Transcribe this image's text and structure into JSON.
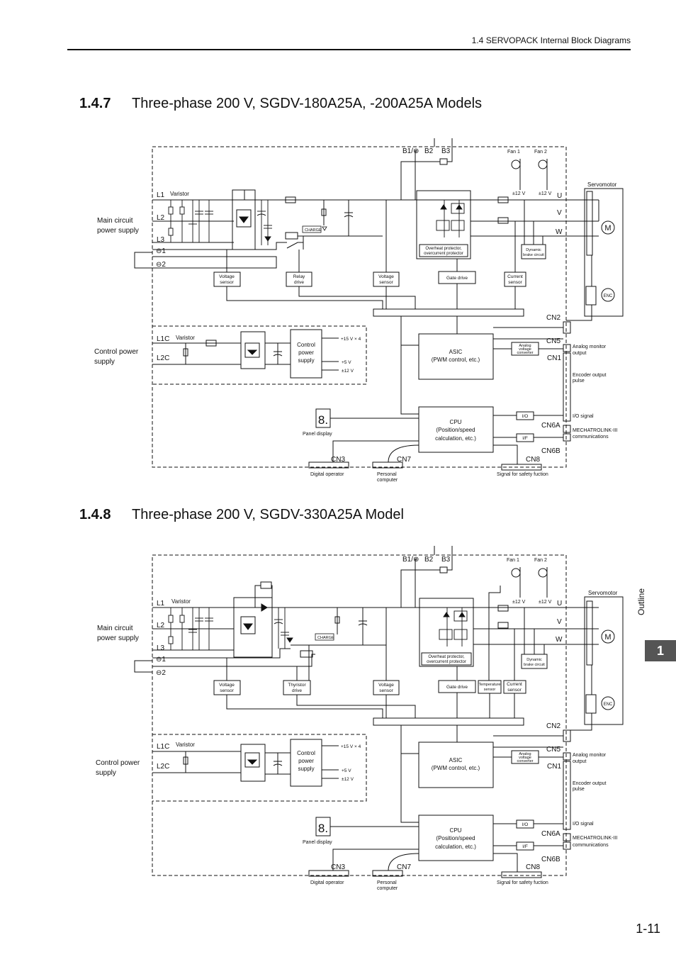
{
  "header": {
    "title": "1.4  SERVOPACK Internal Block Diagrams"
  },
  "sections": [
    {
      "number": "1.4.7",
      "title": "Three-phase 200 V, SGDV-180A25A, -200A25A Models"
    },
    {
      "number": "1.4.8",
      "title": "Three-phase 200 V, SGDV-330A25A Model"
    }
  ],
  "diagram1": {
    "terminals_main": [
      "L1",
      "L2",
      "L3",
      "⊖1",
      "⊖2"
    ],
    "terminals_ctrl": [
      "L1C",
      "L2C"
    ],
    "main_supply": [
      "Main circuit",
      "power supply"
    ],
    "ctrl_supply": [
      "Control power",
      "supply"
    ],
    "varistor": "Varistor",
    "b_terms": [
      "B1/⊕",
      "B2",
      "B3"
    ],
    "fans": [
      "Fan 1",
      "Fan 2"
    ],
    "fan_v": [
      "±12 V",
      "±12 V"
    ],
    "uvw": [
      "U",
      "V",
      "W"
    ],
    "servomotor": "Servomotor",
    "motor": "M",
    "enc": "ENC",
    "charge": "CHARGE",
    "voltage_sensor": [
      "Voltage",
      "sensor"
    ],
    "relay_drive": [
      "Relay",
      "drive"
    ],
    "voltage_sensor2": [
      "Voltage",
      "sensor"
    ],
    "gate_drive": "Gate drive",
    "current_sensor": [
      "Current",
      "sensor"
    ],
    "overheat": [
      "Overheat protector,",
      "overcurrent protector"
    ],
    "dynamic_brake": [
      "Dynamic",
      "brake circuit"
    ],
    "control_ps": [
      "Control",
      "power",
      "supply"
    ],
    "ps_outputs": [
      "+15 V × 4",
      "+5 V",
      "±12 V"
    ],
    "asic": [
      "ASIC",
      "(PWM control, etc.)"
    ],
    "analog_conv": [
      "Analog",
      "voltage",
      "converter"
    ],
    "cpu": [
      "CPU",
      "(Position/speed",
      "calculation, etc.)"
    ],
    "io": "I/O",
    "if": "I/F",
    "connectors": [
      "CN2",
      "CN5",
      "CN1",
      "CN6A",
      "CN6B",
      "CN3",
      "CN7",
      "CN8"
    ],
    "right_labels": [
      "Analog monitor",
      "output",
      "Encoder output",
      "pulse",
      "I/O signal",
      "MECHATROLINK-III",
      "communications"
    ],
    "panel_display": "Panel display",
    "digital_operator": "Digital operator",
    "personal_computer": [
      "Personal",
      "computer"
    ],
    "safety": "Signal for safety fuction"
  },
  "diagram2": {
    "terminals_main": [
      "L1",
      "L2",
      "L3",
      "⊖1",
      "⊖2"
    ],
    "terminals_ctrl": [
      "L1C",
      "L2C"
    ],
    "main_supply": [
      "Main circuit",
      "power supply"
    ],
    "ctrl_supply": [
      "Control power",
      "supply"
    ],
    "varistor": "Varistor",
    "b_terms": [
      "B1/⊕",
      "B2",
      "B3"
    ],
    "fans": [
      "Fan 1",
      "Fan 2"
    ],
    "fan_v": [
      "±12 V",
      "±12 V"
    ],
    "uvw": [
      "U",
      "V",
      "W"
    ],
    "servomotor": "Servomotor",
    "motor": "M",
    "enc": "ENC",
    "charge": "CHARGE",
    "voltage_sensor": [
      "Voltage",
      "sensor"
    ],
    "thyristor_drive": [
      "Thyristor",
      "drive"
    ],
    "voltage_sensor2": [
      "Voltage",
      "sensor"
    ],
    "gate_drive": "Gate drive",
    "temp_sensor": [
      "Temperature",
      "sensor"
    ],
    "current_sensor": [
      "Current",
      "sensor"
    ],
    "overheat": [
      "Overheat protector,",
      "overcurrent protector"
    ],
    "dynamic_brake": [
      "Dynamic",
      "brake circuit"
    ],
    "control_ps": [
      "Control",
      "power",
      "supply"
    ],
    "ps_outputs": [
      "+15 V × 4",
      "+5 V",
      "±12 V"
    ],
    "asic": [
      "ASIC",
      "(PWM control, etc.)"
    ],
    "analog_conv": [
      "Analog",
      "voltage",
      "converter"
    ],
    "cpu": [
      "CPU",
      "(Position/speed",
      "calculation, etc.)"
    ],
    "io": "I/O",
    "if": "I/F",
    "connectors": [
      "CN2",
      "CN5",
      "CN1",
      "CN6A",
      "CN6B",
      "CN3",
      "CN7",
      "CN8"
    ],
    "right_labels": [
      "Analog monitor",
      "output",
      "Encoder output",
      "pulse",
      "I/O signal",
      "MECHATROLINK-III",
      "communications"
    ],
    "panel_display": "Panel display",
    "digital_operator": "Digital operator",
    "personal_computer": [
      "Personal",
      "computer"
    ],
    "safety": "Signal for safety fuction"
  },
  "side_tab": {
    "label": "Outline",
    "chapter": "1"
  },
  "page_number": "1-11"
}
